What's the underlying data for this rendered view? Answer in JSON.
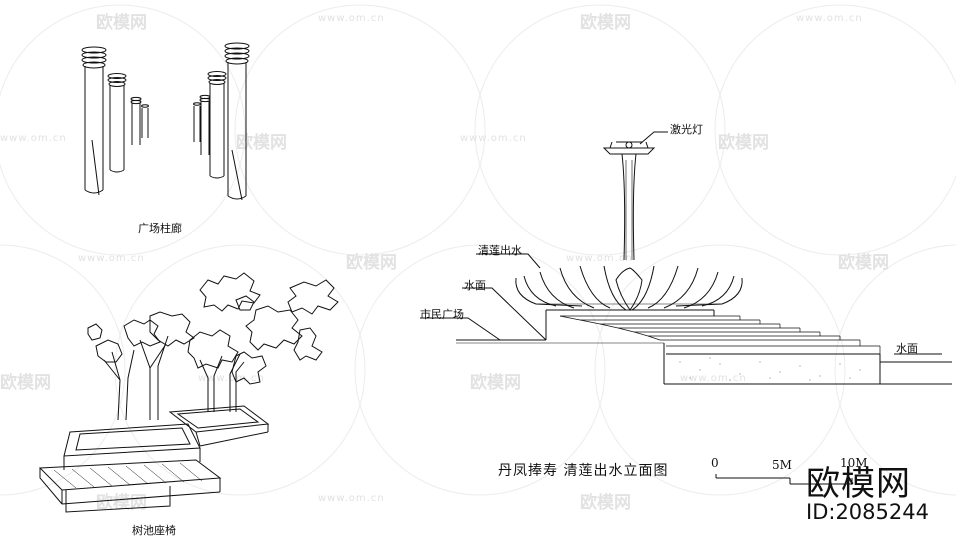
{
  "watermark": {
    "text": "欧模网",
    "url": "www.om.cn"
  },
  "labels": {
    "colonnade": "广场柱廊",
    "tree_bench": "树池座椅",
    "laser_light": "激光灯",
    "lotus_water": "清莲出水",
    "water_surface_left": "水面",
    "plaza": "市民广场",
    "water_surface_right": "水面"
  },
  "elevation_title": "丹凤捧寿  清莲出水立面图",
  "scale_bar": {
    "tick_0": "0",
    "tick_5": "5M",
    "tick_10": "10M"
  },
  "brand": {
    "name": "欧模网",
    "id": "ID:2085244"
  },
  "colors": {
    "line": "#111111",
    "watermark": "#e2e2e2"
  }
}
